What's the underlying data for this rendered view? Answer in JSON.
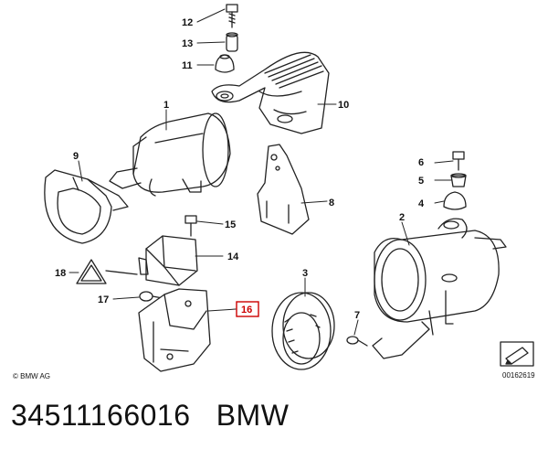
{
  "callouts": [
    {
      "id": "12",
      "label": "12"
    },
    {
      "id": "13",
      "label": "13"
    },
    {
      "id": "11",
      "label": "11"
    },
    {
      "id": "10",
      "label": "10"
    },
    {
      "id": "1",
      "label": "1"
    },
    {
      "id": "9",
      "label": "9"
    },
    {
      "id": "8",
      "label": "8"
    },
    {
      "id": "6",
      "label": "6"
    },
    {
      "id": "5",
      "label": "5"
    },
    {
      "id": "4",
      "label": "4"
    },
    {
      "id": "15",
      "label": "15"
    },
    {
      "id": "2",
      "label": "2"
    },
    {
      "id": "14",
      "label": "14"
    },
    {
      "id": "18",
      "label": "18"
    },
    {
      "id": "3",
      "label": "3"
    },
    {
      "id": "17",
      "label": "17"
    },
    {
      "id": "16",
      "label": "16"
    },
    {
      "id": "7",
      "label": "7"
    }
  ],
  "highlight_color": "#cc0000",
  "copyright": "© BMW AG",
  "diagram_id": "00162619",
  "part_number": "34511166016",
  "brand": "BMW"
}
